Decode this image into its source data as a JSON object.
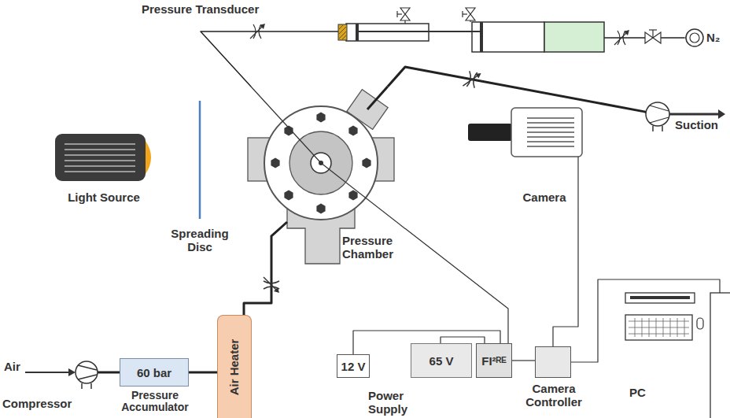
{
  "diagram": {
    "nodes": [
      {
        "text": [
          "Light Source"
        ]
      },
      {
        "text": [
          "Pressure Chamber"
        ]
      },
      {
        "text": [
          "Camera"
        ]
      },
      {
        "text": [
          "Suction"
        ]
      },
      {
        "text": [
          "N₂"
        ]
      },
      {
        "text": [
          "Compressor"
        ]
      },
      {
        "text": [
          "60 bar",
          "Pressure Accumulator"
        ]
      },
      {
        "text": [
          "Air Heater"
        ]
      },
      {
        "text": [
          "12 V"
        ]
      },
      {
        "text": [
          "65 V"
        ]
      },
      {
        "text": [
          "FI²ᴿᴱ"
        ]
      },
      {
        "text": [
          "Camera Controller"
        ]
      },
      {
        "text": [
          "PC"
        ]
      }
    ],
    "edges": [
      {
        "from": 5,
        "to": 6,
        "arrow": "none"
      },
      {
        "from": 6,
        "to": 7,
        "arrow": "none"
      },
      {
        "from": 7,
        "to": 1,
        "arrow": "none"
      },
      {
        "from": 1,
        "to": 3,
        "arrow": "none"
      },
      {
        "from": 1,
        "to": 4,
        "arrow": "none"
      },
      {
        "from": 8,
        "to": 10,
        "arrow": "none"
      },
      {
        "from": 9,
        "to": 10,
        "arrow": "none"
      },
      {
        "from": 10,
        "to": 1,
        "arrow": "none"
      },
      {
        "from": 10,
        "to": 11,
        "arrow": "none"
      },
      {
        "from": 11,
        "to": 2,
        "arrow": "none"
      },
      {
        "from": 11,
        "to": 12,
        "arrow": "none"
      }
    ],
    "labels": [
      "Pressure Transducer",
      "Spreading Disc",
      "Air",
      "Power Supply"
    ]
  }
}
